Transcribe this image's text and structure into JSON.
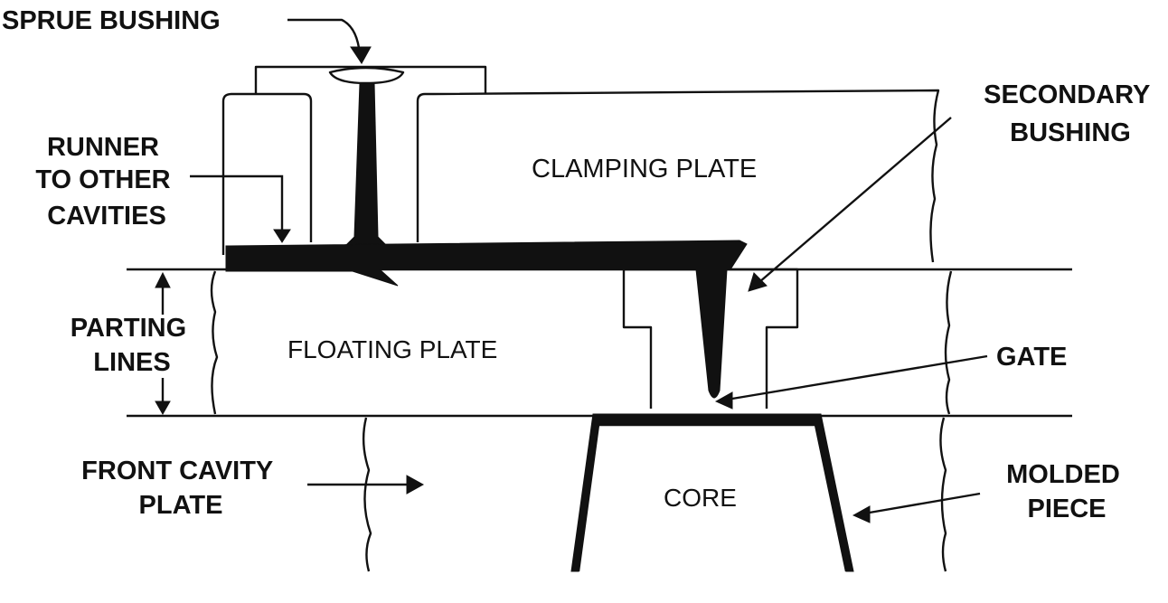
{
  "labels": {
    "sprue_bushing": "SPRUE BUSHING",
    "secondary_bushing": [
      "SECONDARY",
      "BUSHING"
    ],
    "runner": [
      "RUNNER",
      "TO OTHER",
      "CAVITIES"
    ],
    "clamping_plate": "CLAMPING PLATE",
    "parting_lines": [
      "PARTING",
      "LINES"
    ],
    "floating_plate": "FLOATING PLATE",
    "gate": "GATE",
    "front_cavity_plate": [
      "FRONT CAVITY",
      "PLATE"
    ],
    "core": "CORE",
    "molded_piece": [
      "MOLDED",
      "PIECE"
    ]
  }
}
